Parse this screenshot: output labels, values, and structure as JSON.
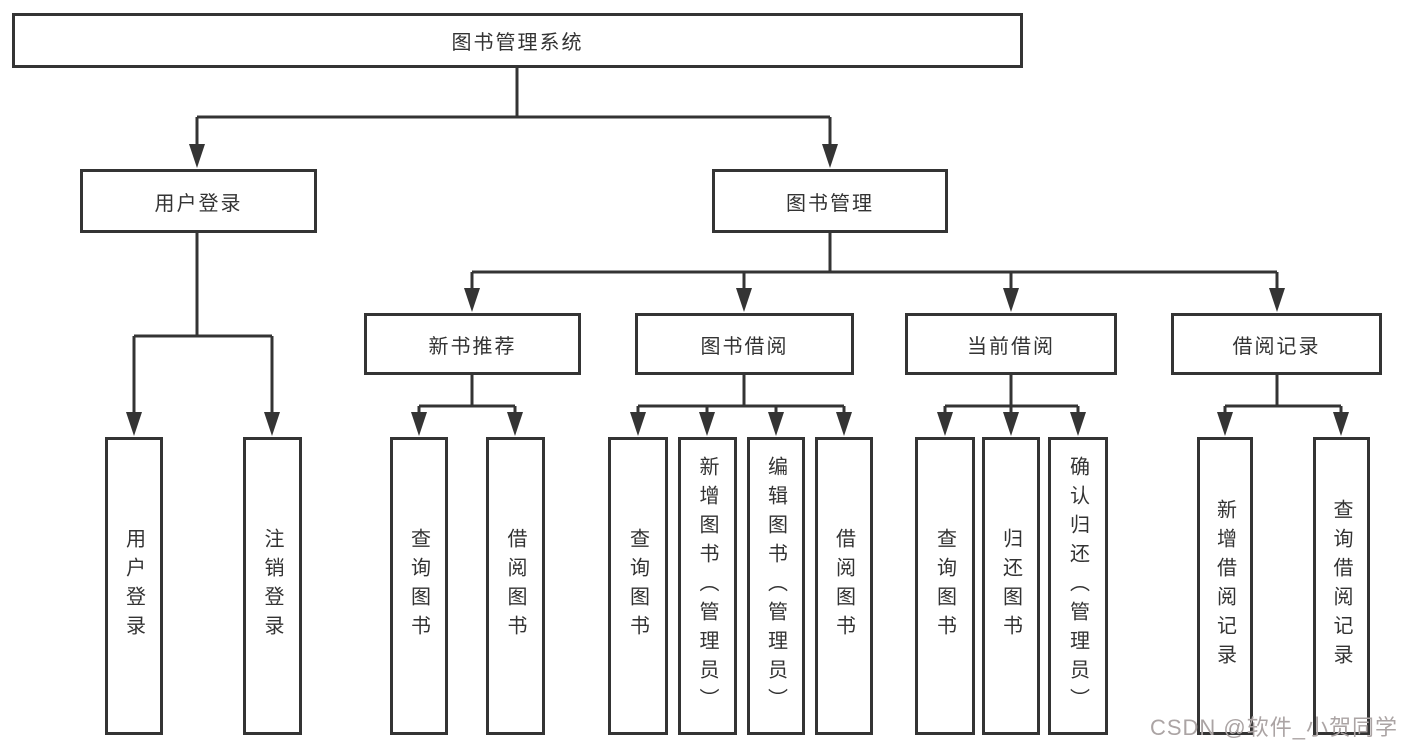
{
  "root": {
    "label": "图书管理系统"
  },
  "branches": [
    {
      "label": "用户登录",
      "children": [
        {
          "label": "用户登录"
        },
        {
          "label": "注销登录"
        }
      ]
    },
    {
      "label": "图书管理",
      "children": [
        {
          "label": "新书推荐",
          "children": [
            {
              "label": "查询图书"
            },
            {
              "label": "借阅图书"
            }
          ]
        },
        {
          "label": "图书借阅",
          "children": [
            {
              "label": "查询图书"
            },
            {
              "label": "新增图书（管理员）"
            },
            {
              "label": "编辑图书（管理员）"
            },
            {
              "label": "借阅图书"
            }
          ]
        },
        {
          "label": "当前借阅",
          "children": [
            {
              "label": "查询图书"
            },
            {
              "label": "归还图书"
            },
            {
              "label": "确认归还（管理员）"
            }
          ]
        },
        {
          "label": "借阅记录",
          "children": [
            {
              "label": "新增借阅记录"
            },
            {
              "label": "查询借阅记录"
            }
          ]
        }
      ]
    }
  ],
  "watermark": {
    "text": "CSDN @软件_小贺同学"
  },
  "colors": {
    "line": "#343434",
    "text": "#333333",
    "background": "#ffffff",
    "watermark": "#aba4a4"
  }
}
